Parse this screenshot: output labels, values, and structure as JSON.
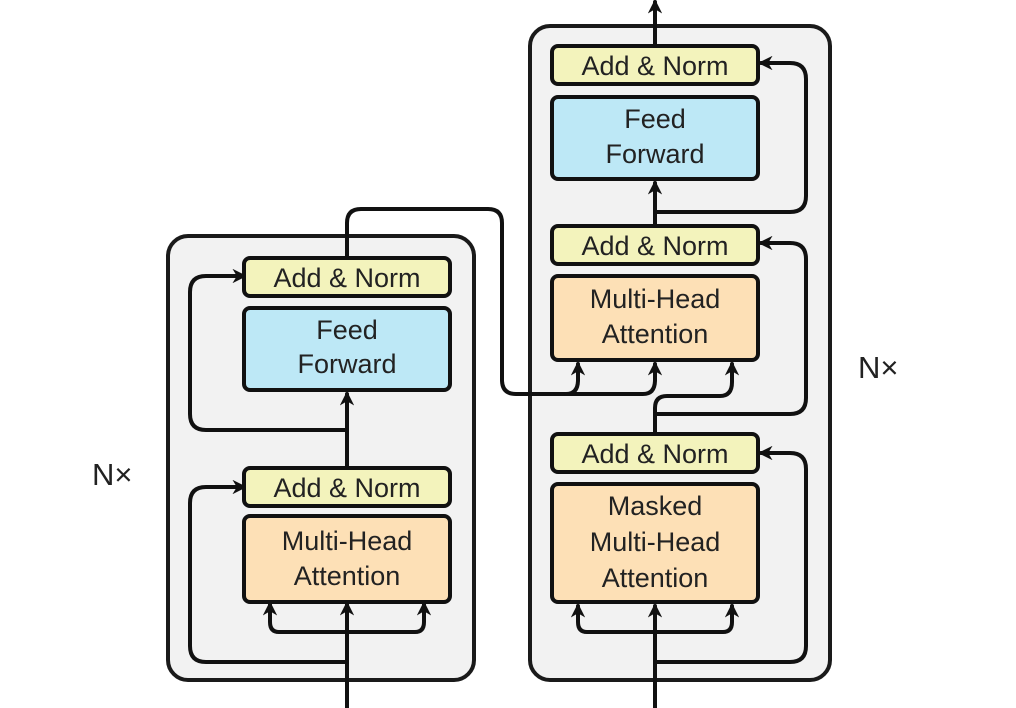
{
  "colors": {
    "add_norm": "#f3f3bc",
    "feed_forward": "#bde8f6",
    "attention": "#fde0b6",
    "stack_fill": "#f2f2f2",
    "line": "#111111"
  },
  "encoder": {
    "repeat_label": "N×",
    "add_norm_top": "Add & Norm",
    "feed_forward": [
      "Feed",
      "Forward"
    ],
    "add_norm_bottom": "Add & Norm",
    "attention": [
      "Multi-Head",
      "Attention"
    ]
  },
  "decoder": {
    "repeat_label": "N×",
    "add_norm_top": "Add & Norm",
    "feed_forward": [
      "Feed",
      "Forward"
    ],
    "add_norm_middle": "Add & Norm",
    "cross_attention": [
      "Multi-Head",
      "Attention"
    ],
    "add_norm_bottom": "Add & Norm",
    "masked_attention": [
      "Masked",
      "Multi-Head",
      "Attention"
    ]
  }
}
